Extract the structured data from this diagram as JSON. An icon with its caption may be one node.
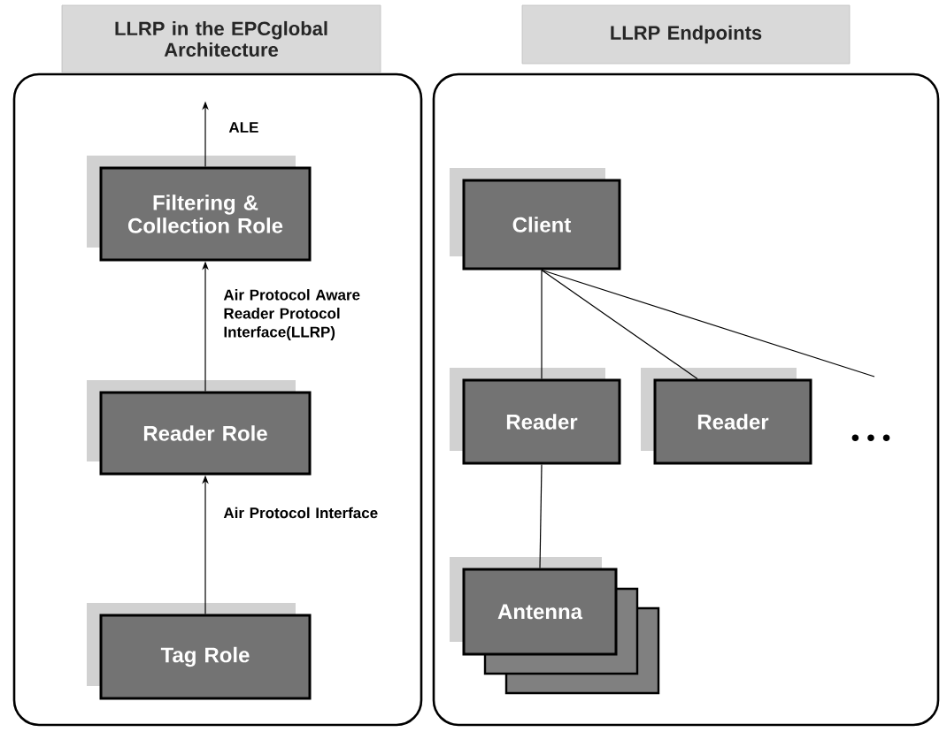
{
  "diagram": {
    "nodes": [
      {
        "text": [
          "LLRP in the EPCglobal Architecture"
        ]
      },
      {
        "text": [
          "Filtering & Collection Role"
        ],
        "in": 0
      },
      {
        "text": [
          "Reader Role"
        ],
        "in": 0
      },
      {
        "text": [
          "Tag Role"
        ],
        "in": 0
      },
      {
        "text": [
          "LLRP Endpoints"
        ]
      },
      {
        "text": [
          "Client"
        ],
        "in": 4
      },
      {
        "text": [
          "Reader"
        ],
        "in": 4
      },
      {
        "text": [
          "Reader"
        ],
        "in": 4
      },
      {
        "text": [
          "Antenna"
        ],
        "in": 4
      }
    ],
    "edges": [
      {
        "from": 1,
        "to": null,
        "arrow": "to",
        "label": "ALE"
      },
      {
        "from": 2,
        "to": 1,
        "arrow": "to",
        "label": "Air Protocol Aware Reader Protocol Interface(LLRP)"
      },
      {
        "from": 3,
        "to": 2,
        "arrow": "to",
        "label": "Air Protocol Interface"
      },
      {
        "from": 5,
        "to": 6,
        "arrow": "none"
      },
      {
        "from": 5,
        "to": 7,
        "arrow": "none"
      },
      {
        "from": 5,
        "to": null,
        "arrow": "none"
      },
      {
        "from": 6,
        "to": 8,
        "arrow": "none"
      }
    ],
    "labels": [
      "• • •"
    ]
  }
}
